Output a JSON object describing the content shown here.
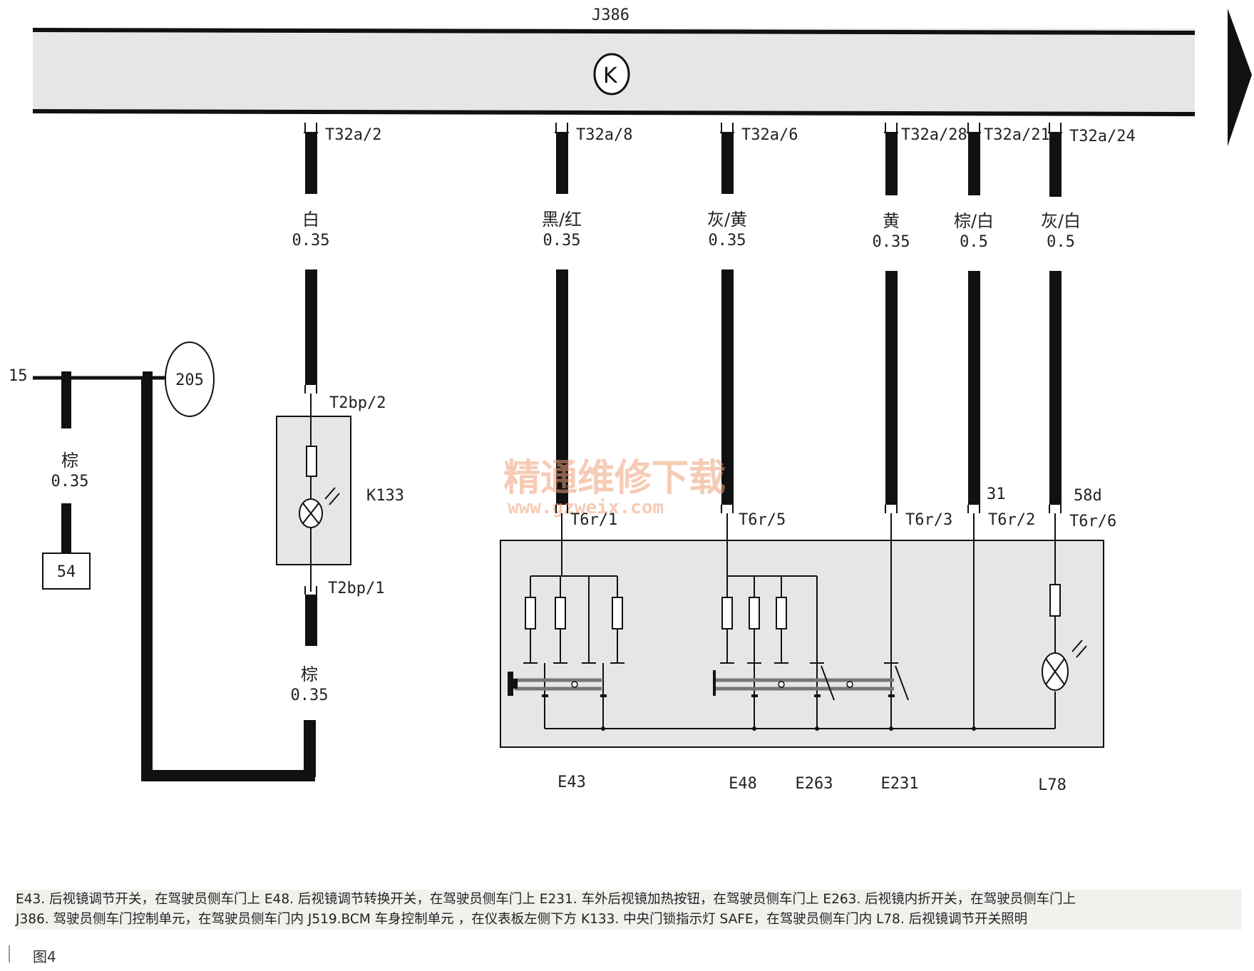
{
  "module": {
    "name": "J386",
    "symbol": "K"
  },
  "pins": [
    "T32a/2",
    "T32a/8",
    "T32a/6",
    "T32a/28",
    "T32a/21",
    "T32a/24"
  ],
  "wires": [
    {
      "color": "白",
      "gauge": "0.35"
    },
    {
      "color": "黑/红",
      "gauge": "0.35"
    },
    {
      "color": "灰/黄",
      "gauge": "0.35"
    },
    {
      "color": "黄",
      "gauge": "0.35"
    },
    {
      "color": "棕/白",
      "gauge": "0.5"
    },
    {
      "color": "灰/白",
      "gauge": "0.5"
    }
  ],
  "left": {
    "supply": "15",
    "node": "205",
    "wire_color": "棕",
    "wire_gauge": "0.35",
    "ground": "54"
  },
  "k133": {
    "name": "K133",
    "pin_top": "T2bp/2",
    "pin_bottom": "T2bp/1",
    "wire_color": "棕",
    "wire_gauge": "0.35"
  },
  "switch_pins": [
    "T6r/1",
    "T6r/5",
    "T6r/3",
    "T6r/2",
    "T6r/6"
  ],
  "terminals": {
    "t31": "31",
    "t58d": "58d"
  },
  "components": [
    "E43",
    "E48",
    "E263",
    "E231",
    "L78"
  ],
  "watermark": {
    "line1": "精通维修下载",
    "line2": "www.gzweix.com"
  },
  "caption": {
    "line1": "E43. 后视镜调节开关，在驾驶员侧车门上  E48. 后视镜调节转换开关，在驾驶员侧车门上  E231. 车外后视镜加热按钮，在驾驶员侧车门上  E263. 后视镜内折开关，在驾驶员侧车门上",
    "line2": "J386. 驾驶员侧车门控制单元，在驾驶员侧车门内  J519.BCM 车身控制单元  ，在仪表板左侧下方  K133. 中央门锁指示灯 SAFE，在驾驶员侧车门内  L78. 后视镜调节开关照明"
  },
  "figure_label": "图4"
}
